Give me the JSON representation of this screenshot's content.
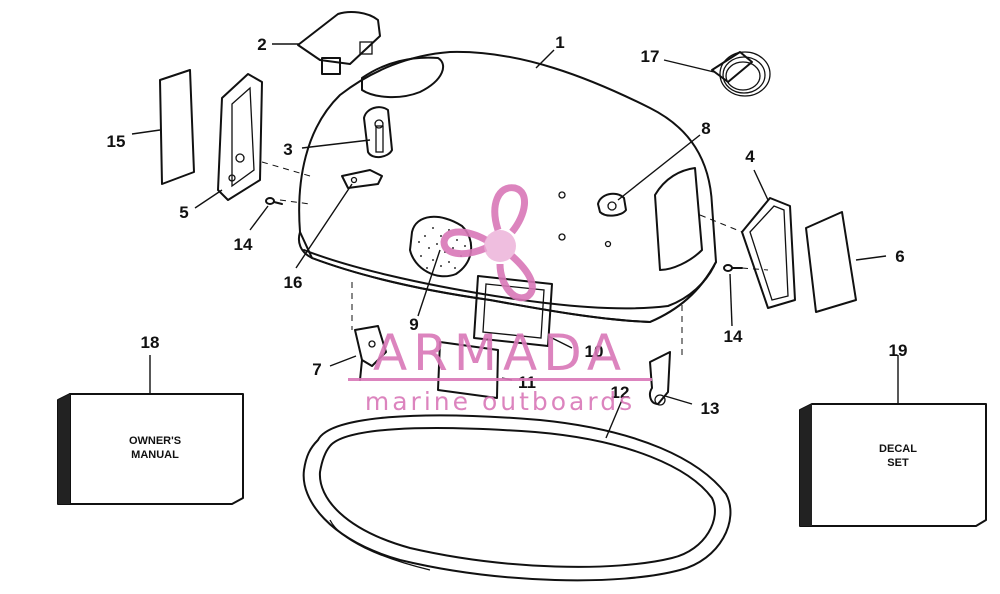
{
  "callouts": [
    "1",
    "2",
    "3",
    "4",
    "5",
    "6",
    "7",
    "8",
    "9",
    "10",
    "11",
    "12",
    "13",
    "14",
    "14",
    "15",
    "16",
    "17",
    "18",
    "19"
  ],
  "owners_manual": {
    "line1": "OWNER'S",
    "line2": "MANUAL"
  },
  "decal_set": {
    "line1": "DECAL",
    "line2": "SET"
  },
  "watermark": {
    "title": "ARMADA",
    "subtitle": "marine outboards",
    "color": "#d977b8"
  },
  "colors": {
    "ink": "#111111",
    "paper": "#ffffff",
    "gasket_fill": "#e8e8e8"
  }
}
